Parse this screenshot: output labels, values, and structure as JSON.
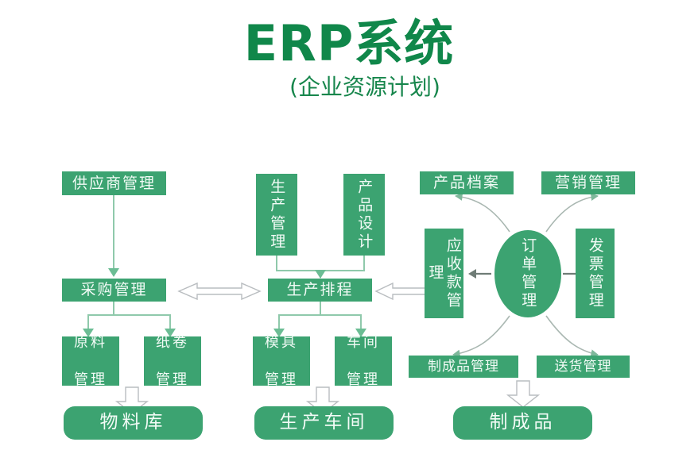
{
  "title": {
    "main": "ERP系统",
    "sub": "(企业资源计划)",
    "color": "#10874a"
  },
  "theme": {
    "box_fill": "#3ca371",
    "box_text": "#f2fbf6",
    "line": "#8fc9ab",
    "arrow_outline": "#b9bdc0",
    "arrow_fill": "#ffffff",
    "background": "#ffffff"
  },
  "nodes": {
    "supplier_management": "供应商管理",
    "procurement_management": "采购管理",
    "raw_material_management": "原料\n管理",
    "paper_roll_management": "纸卷\n管理",
    "material_warehouse": "物料库",
    "production_management": "生产管理",
    "product_design": "产品设计",
    "production_scheduling": "生产排程",
    "mold_management": "模具\n管理",
    "workshop_management": "车间\n管理",
    "production_workshop": "生产车间",
    "product_archive": "产品档案",
    "marketing_management": "营销管理",
    "receivables_management": "应收款管理",
    "order_management": "订单管理",
    "invoice_management": "发票管理",
    "finished_product_management": "制成品管理",
    "delivery_management": "送货管理",
    "finished_products": "制成品"
  },
  "connectors": {
    "procurement_to_scheduling": "double-arrow-horizontal",
    "scheduling_to_receivables": "double-arrow-horizontal",
    "materials_to_warehouse": "block-arrow-down",
    "production_to_workshop": "block-arrow-down",
    "finished_to_products": "block-arrow-down",
    "order_to_archive": "curved-arrow",
    "order_to_marketing": "curved-arrow",
    "order_to_finished": "curved-arrow",
    "order_to_delivery": "curved-arrow",
    "order_to_receivables": "arrow-left",
    "order_to_invoice": "arrow-right"
  }
}
